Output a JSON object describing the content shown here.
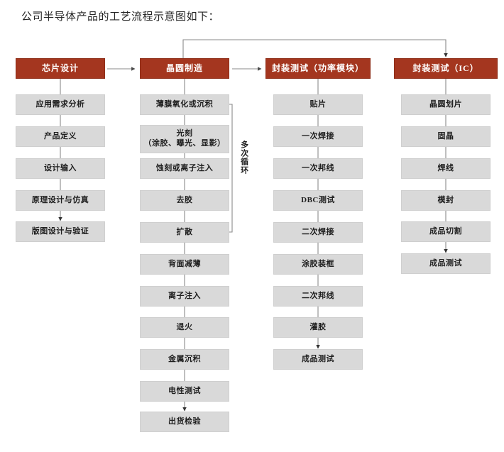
{
  "caption": "公司半导体产品的工艺流程示意图如下：",
  "colors": {
    "header_fill": "#a4361f",
    "header_text": "#ffffff",
    "step_fill": "#d9d9d9",
    "step_text": "#1f1f1f",
    "connector": "#808080",
    "page_background": "#ffffff"
  },
  "annotations": {
    "loop_label": "多次循环"
  },
  "columns": [
    {
      "id": "chip-design",
      "header": "芯片设计",
      "steps": [
        "应用需求分析",
        "产品定义",
        "设计输入",
        "原理设计与仿真",
        "版图设计与验证"
      ]
    },
    {
      "id": "wafer-fabrication",
      "header": "晶圆制造",
      "steps": [
        "薄膜氧化或沉积",
        "光刻\n（涂胶、曝光、显影）",
        "蚀刻或离子注入",
        "去胶",
        "扩散",
        "背面减薄",
        "离子注入",
        "退火",
        "金属沉积",
        "电性测试",
        "出货检验"
      ]
    },
    {
      "id": "package-test-power-module",
      "header": "封装测试（功率模块）",
      "steps": [
        "贴片",
        "一次焊接",
        "一次邦线",
        "DBC测试",
        "二次焊接",
        "涂胶装框",
        "二次邦线",
        "灌胶",
        "成品测试"
      ]
    },
    {
      "id": "package-test-ic",
      "header": "封装测试（IC）",
      "steps": [
        "晶圆划片",
        "固晶",
        "焊线",
        "模封",
        "成品切割",
        "成品测试"
      ]
    }
  ]
}
